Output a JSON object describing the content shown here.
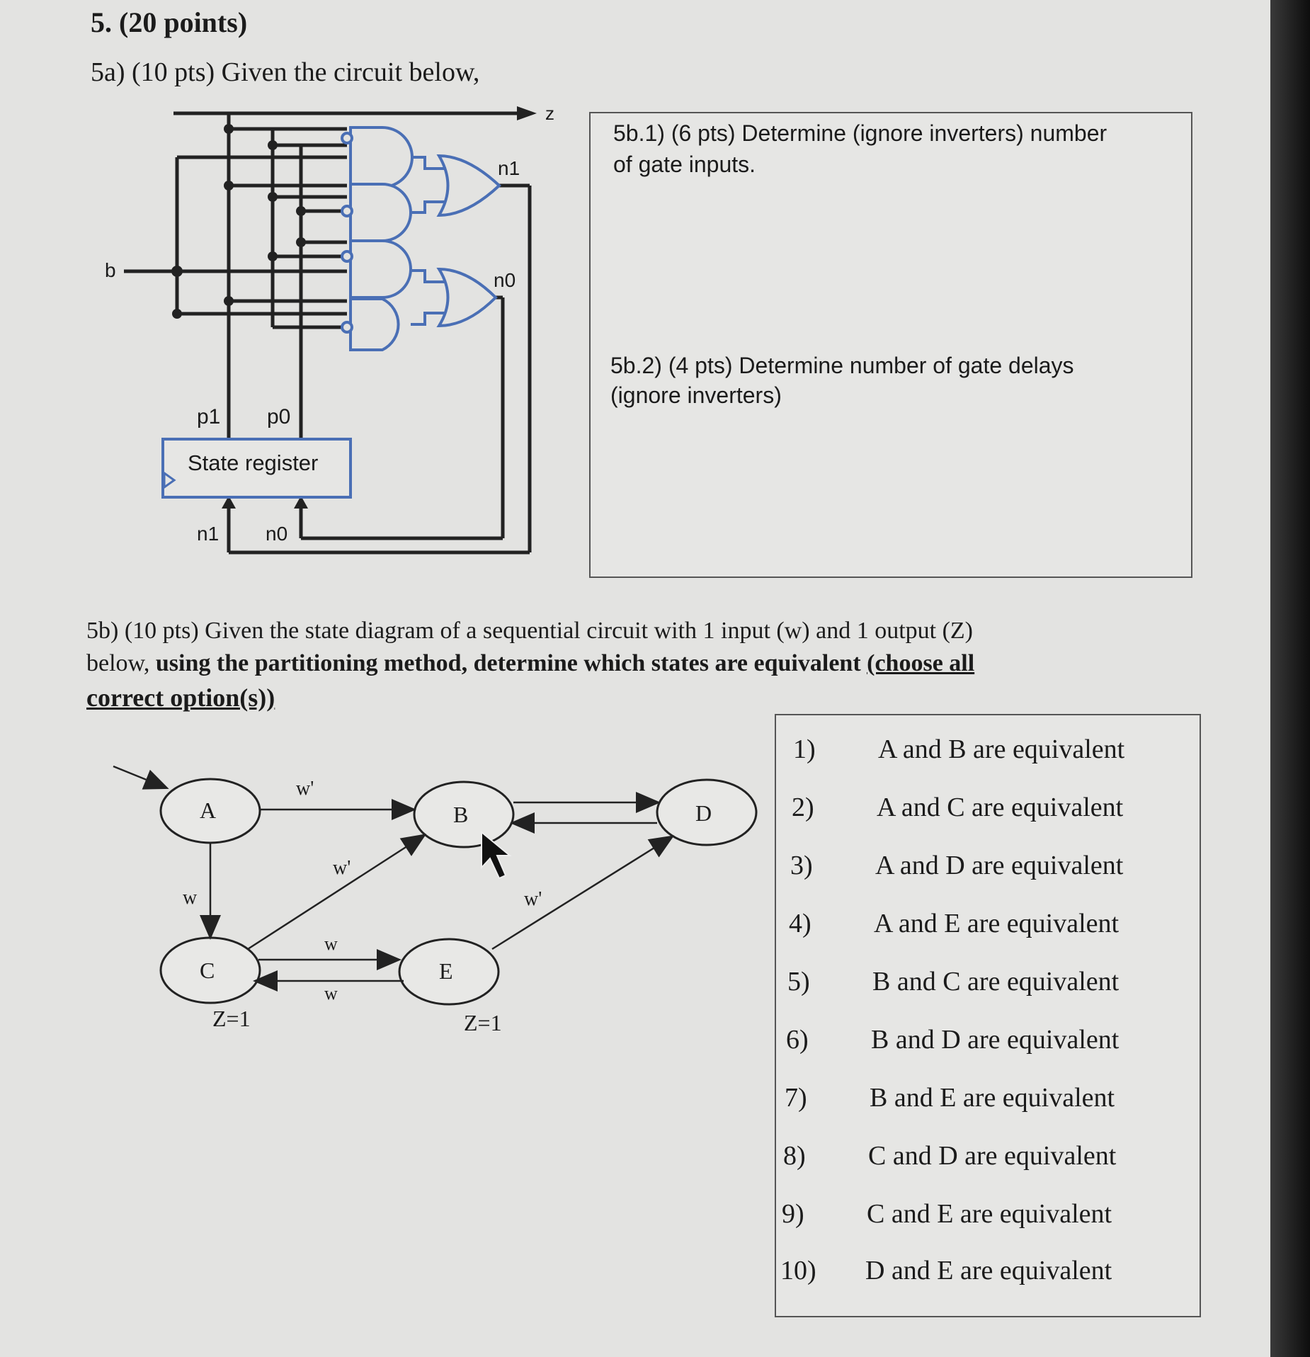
{
  "question": {
    "header": "5. (20 points)",
    "part_a": "5a) (10 pts) Given the circuit below,"
  },
  "circuit": {
    "output_z": "z",
    "n1_label": "n1",
    "n0_label": "n0",
    "input_b": "b",
    "p1": "p1",
    "p0": "p0",
    "register_label": "State register",
    "n1_in": "n1",
    "n0_in": "n0"
  },
  "sub_questions": {
    "q1": [
      "5b.1) (6 pts) Determine (ignore inverters) number",
      "of gate inputs."
    ],
    "q2": [
      "5b.2) (4 pts) Determine number of gate delays",
      "(ignore inverters)"
    ]
  },
  "part_b": {
    "line1": "5b) (10 pts) Given the state diagram of a sequential circuit with 1 input (w) and 1 output (Z)",
    "line2_plain": "below, ",
    "line2_bold": "using the partitioning method, determine which states are equivalent",
    "line2_underlined": "(choose all",
    "line3_underlined": "correct option(s))"
  },
  "state_diagram": {
    "states": [
      "A",
      "B",
      "C",
      "D",
      "E"
    ],
    "edge_labels": {
      "a_to_b": "w'",
      "a_to_c": "w",
      "c_to_b": "w'",
      "c_to_e": "w",
      "e_to_c": "w",
      "e_to_d": "w'"
    },
    "outputs": {
      "c": "Z=1",
      "e": "Z=1"
    }
  },
  "options": [
    {
      "num": "1)",
      "text": "A and B are equivalent"
    },
    {
      "num": "2)",
      "text": "A and C are equivalent"
    },
    {
      "num": "3)",
      "text": "A and D are equivalent"
    },
    {
      "num": "4)",
      "text": "A and E are equivalent"
    },
    {
      "num": "5)",
      "text": "B and C are equivalent"
    },
    {
      "num": "6)",
      "text": "B and D are equivalent"
    },
    {
      "num": "7)",
      "text": "B and E are equivalent"
    },
    {
      "num": "8)",
      "text": "C and D are equivalent"
    },
    {
      "num": "9)",
      "text": "C and E are equivalent"
    },
    {
      "num": "10)",
      "text": "D and E are equivalent"
    }
  ]
}
